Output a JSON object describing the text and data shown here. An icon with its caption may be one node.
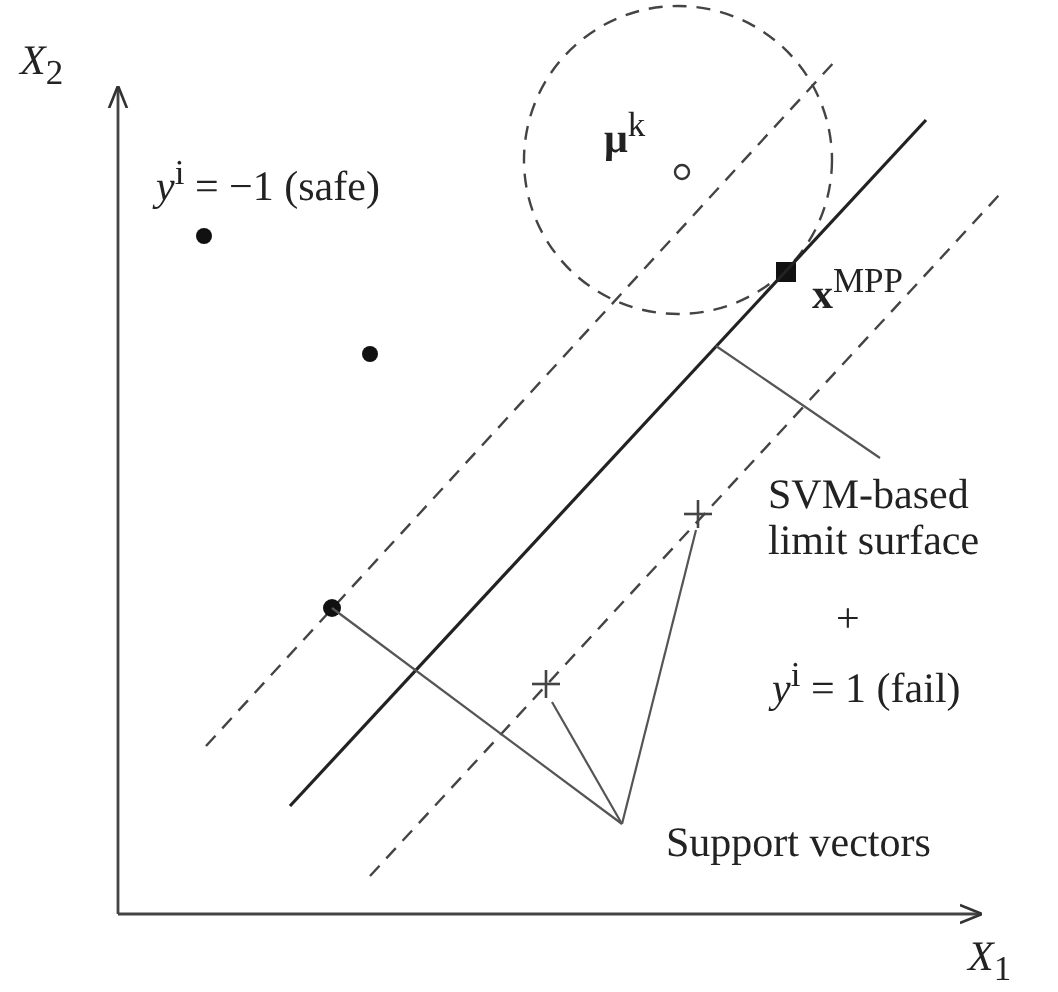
{
  "diagram": {
    "nodes": [
      {
        "text": [
          "Support vectors"
        ]
      },
      {
        "text": [
          "SVM-based limit surface"
        ]
      },
      {
        "text": [],
        "shape": "circle"
      },
      {
        "text": [],
        "shape": "cross"
      },
      {
        "text": [],
        "shape": "cross"
      }
    ],
    "edges": [
      {
        "from": 1,
        "to": null,
        "arrow": "none"
      },
      {
        "from": 0,
        "to": 2,
        "arrow": "none"
      },
      {
        "from": 0,
        "to": 3,
        "arrow": "none"
      },
      {
        "from": 0,
        "to": 4,
        "arrow": "none"
      }
    ],
    "labels": [
      "*X*$_{2}$",
      "*y*$^{i}$ = −1 (safe)",
      "**μ**$^{k}$",
      "**x**$^{MPP}$",
      "+",
      "*y*$^{i}$ = 1 (fail)",
      "*X*$_{1}$"
    ]
  }
}
